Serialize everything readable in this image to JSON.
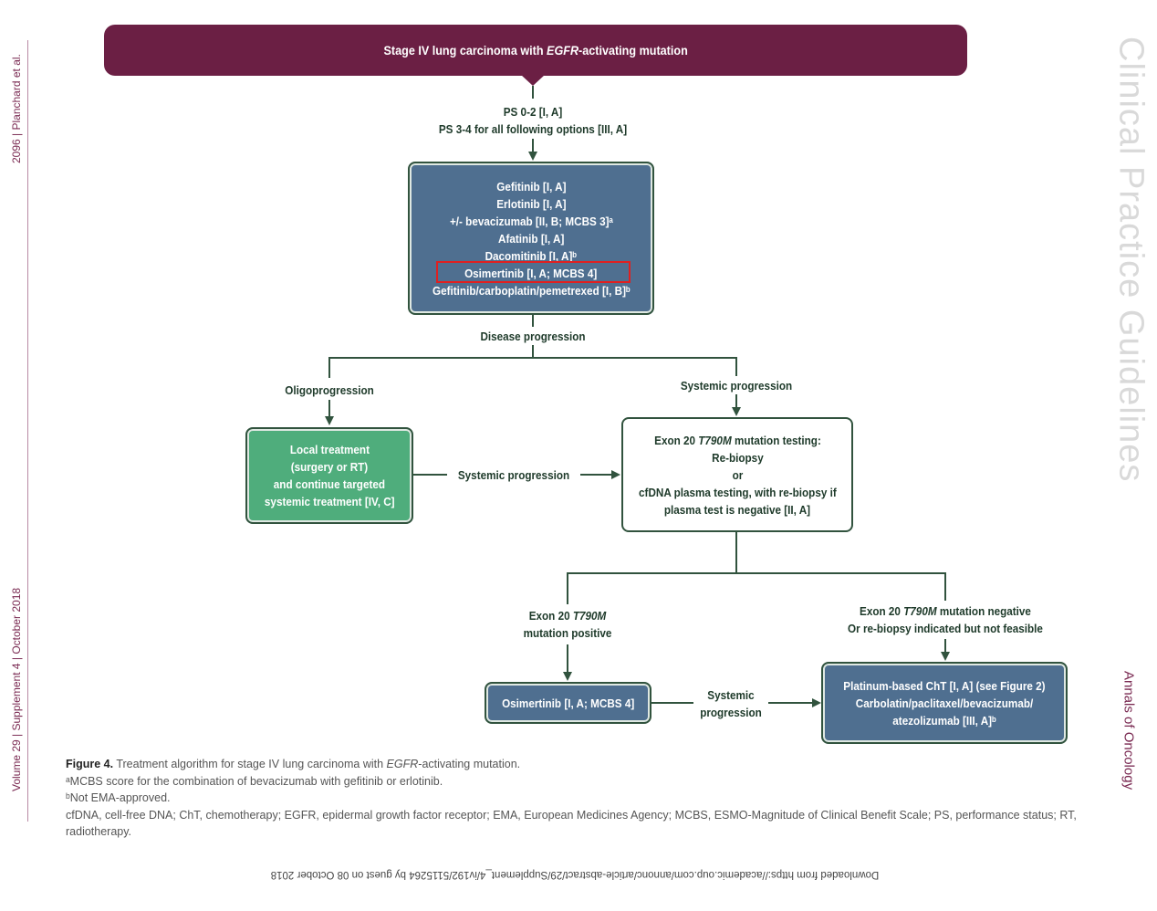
{
  "margin": {
    "left_top": "2096 | Planchard et al.",
    "left_bottom": "Volume 29 | Supplement 4 | October 2018",
    "right_title": "Clinical Practice Guidelines",
    "right_journal": "Annals of Oncology"
  },
  "banner": {
    "prefix": "Stage IV lung carcinoma with ",
    "italic": "EGFR",
    "suffix": "-activating mutation"
  },
  "ps_labels": {
    "line1": "PS 0-2 [I, A]",
    "line2": "PS 3-4 for all following options [III, A]"
  },
  "first_line": {
    "items": [
      "Gefitinib [I, A]",
      "Erlotinib [I, A]",
      "+/- bevacizumab [II, B; MCBS 3]ᵃ",
      "Afatinib [I, A]",
      "Dacomitinib [I, A]ᵇ",
      "Osimertinib [I, A; MCBS 4]",
      "Gefitinib/carboplatin/pemetrexed [I, B]ᵇ"
    ],
    "highlighted_index": 5
  },
  "disease_progression": "Disease progression",
  "oligoprogression": "Oligoprogression",
  "systemic_progression_top": "Systemic progression",
  "local_treatment": {
    "lines": [
      "Local treatment",
      "(surgery or RT)",
      "and continue targeted",
      "systemic treatment [IV, C]"
    ]
  },
  "systemic_progression_mid": "Systemic progression",
  "testing": {
    "title_prefix": "Exon 20 ",
    "title_italic": "T790M",
    "title_suffix": " mutation testing:",
    "lines": [
      "Re-biopsy",
      "or",
      "cfDNA plasma testing, with re-biopsy if",
      "plasma test is negative [II, A]"
    ]
  },
  "positive": {
    "line1_prefix": "Exon 20 ",
    "line1_italic": "T790M",
    "line2": "mutation positive"
  },
  "negative": {
    "line1_prefix": "Exon 20 ",
    "line1_italic": "T790M",
    "line1_suffix": " mutation negative",
    "line2": "Or re-biopsy indicated but not feasible"
  },
  "osimertinib_box": "Osimertinib [I, A; MCBS 4]",
  "systemic_progression_bottom": {
    "line1": "Systemic",
    "line2": "progression"
  },
  "platinum": {
    "lines": [
      "Platinum-based ChT [I, A] (see Figure 2)",
      "Carbolatin/paclitaxel/bevacizumab/",
      "atezolizumab [III, A]ᵇ"
    ]
  },
  "caption": {
    "fig_label": "Figure 4.",
    "title_prefix": " Treatment algorithm for stage IV lung carcinoma with ",
    "title_italic": "EGFR",
    "title_suffix": "-activating mutation.",
    "note_a": "ᵃMCBS score for the combination of bevacizumab with gefitinib or erlotinib.",
    "note_b": "ᵇNot EMA-approved.",
    "abbrev": "cfDNA, cell-free DNA; ChT, chemotherapy; EGFR, epidermal growth factor receptor; EMA, European Medicines Agency; MCBS, ESMO-Magnitude of Clinical Benefit Scale; PS, performance status; RT, radiotherapy."
  },
  "footer": "Downloaded from https://academic.oup.com/annonc/article-abstract/29/Supplement_4/iv192/5115264 by guest on 08 October 2018",
  "colors": {
    "banner": "#6b1f44",
    "blue_node": "#4f6f90",
    "green_node": "#4fad7c",
    "line": "#31533e",
    "highlight": "#e02020"
  }
}
